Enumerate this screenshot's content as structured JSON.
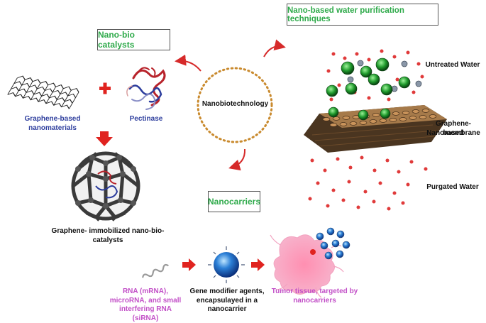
{
  "center": {
    "label": "Nanobiotechnology"
  },
  "boxes": {
    "catalysts": "Nano-bio catalysts",
    "water": "Nano-based water purification techniques",
    "carriers": "Nanocarriers"
  },
  "catalysts_section": {
    "graphene_label": "Graphene-based nanomaterials",
    "pectinase_label": "Pectinase",
    "result_label": "Graphene- immobilized nano-bio-catalysts"
  },
  "water_section": {
    "untreated": "Untreated Water",
    "membrane_line1": "Graphene-based",
    "membrane_line2": "Nanomembrane",
    "purgated": "Purgated Water"
  },
  "carriers_section": {
    "rna_line1": "RNA (mRNA),",
    "rna_line2": "microRNA, and small",
    "rna_line3": "interfering RNA (siRNA)",
    "gene_line1": "Gene modifier agents,",
    "gene_line2": "encapsulayed in a",
    "gene_line3": "nanocarrier",
    "tumor_line1": "Tumor tissue, targeted by",
    "tumor_line2": "nanocarriers"
  }
}
